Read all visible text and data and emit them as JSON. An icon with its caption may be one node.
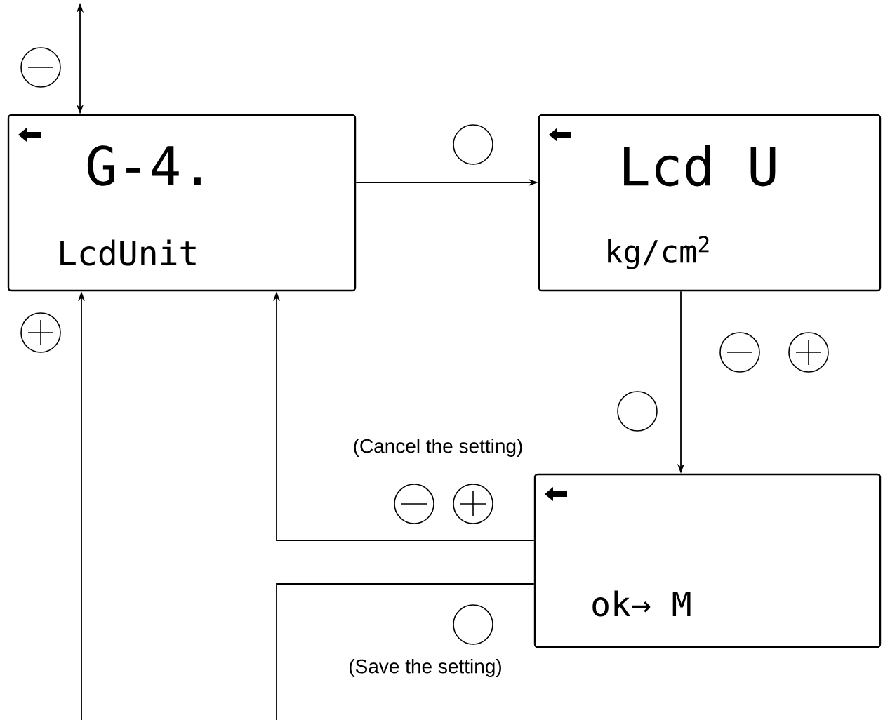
{
  "diagram": {
    "nodes": [
      {
        "text": [
          "G-4.",
          "LcdUnit"
        ]
      },
      {
        "text": [
          "Lcd U",
          "kg/cm$^{2}$"
        ]
      },
      {
        "text": [
          "ok→ M"
        ]
      }
    ],
    "edges": [
      {
        "from": 0,
        "to": 1,
        "arrow": "to"
      },
      {
        "from": 1,
        "to": 2,
        "arrow": "to"
      },
      {
        "from": 2,
        "to": 0,
        "arrow": "to",
        "label": "(Cancel the setting)"
      },
      {
        "from": 2,
        "to": null,
        "arrow": "none",
        "label": "(Save the setting)"
      },
      {
        "from": null,
        "to": 0,
        "arrow": "to"
      },
      {
        "from": 0,
        "to": null,
        "arrow": "both"
      }
    ]
  }
}
